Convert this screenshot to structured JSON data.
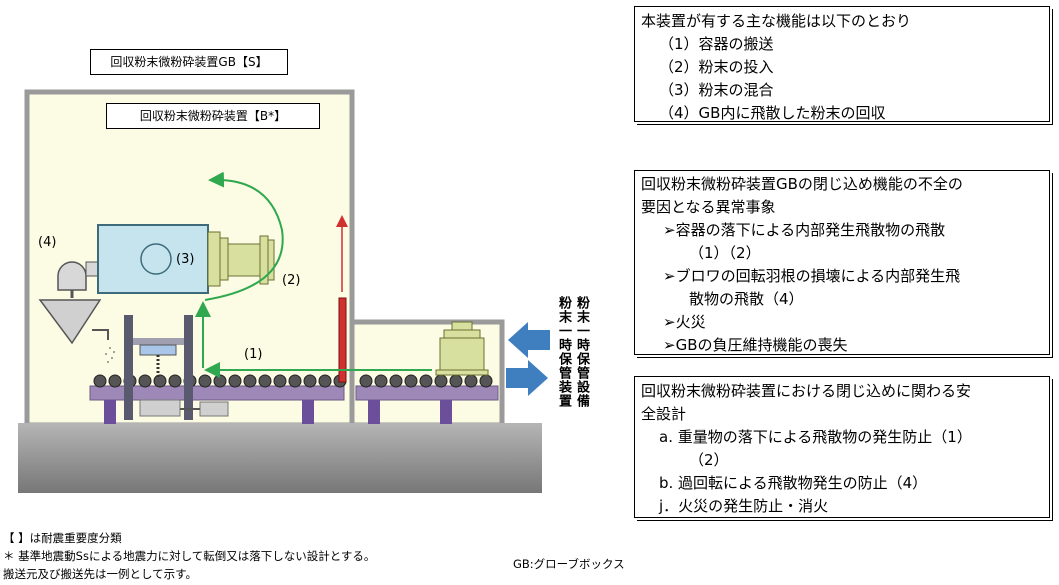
{
  "labels": {
    "gb_label": "回収粉末微粉砕装置GB【S】",
    "equipment_label": "回収粉末微粉砕装置【B*】",
    "num1": "(1)",
    "num2": "(2)",
    "num3": "(3)",
    "num4": "(4)",
    "side_label_left": "粉末一時保管装置",
    "side_label_right": "粉末一時保管設備"
  },
  "functions_box": {
    "title": "本装置が有する主な機能は以下のとおり",
    "items": [
      "（1）容器の搬送",
      "（2）粉末の投入",
      "（3）粉末の混合",
      "（4）GB内に飛散した粉末の回収"
    ]
  },
  "events_box": {
    "title_line1": "回収粉末微粉砕装置GBの閉じ込め機能の不全の",
    "title_line2": "要因となる異常事象",
    "item1_line1": "容器の落下による内部発生飛散物の飛散",
    "item1_line2": "（1）（2）",
    "item2_line1": "ブロワの回転羽根の損壊による内部発生飛",
    "item2_line2": "散物の飛散（4）",
    "item3": "火災",
    "item4": "GBの負圧維持機能の喪失"
  },
  "safety_box": {
    "title_line1": "回収粉末微粉砕装置における閉じ込めに関わる安",
    "title_line2": "全設計",
    "item_a_line1": "a. 重量物の落下による飛散物の発生防止（1）",
    "item_a_line2": "（2）",
    "item_b": "b. 過回転による飛散物発生の防止（4）",
    "item_j": "j．火災の発生防止・消火"
  },
  "notes": {
    "note1": "【 】は耐震重要度分類",
    "note2": "＊ 基準地震動Ssによる地震力に対して転倒又は落下しない設計とする。",
    "note3": "搬送元及び搬送先は一例として示す。",
    "gb_note": "GB:グローブボックス"
  },
  "colors": {
    "glovebox_fill": "#fcfbe3",
    "glovebox_border": "#9a9a9a",
    "ground": "#8a8a8a",
    "mixer": "#c5e4ee",
    "nozzle": "#d8e0a0",
    "conveyor": "#9e88b8",
    "arrow_green": "#2fa84f",
    "arrow_red": "#d03030",
    "arrow_blue": "#3f7fbf"
  }
}
